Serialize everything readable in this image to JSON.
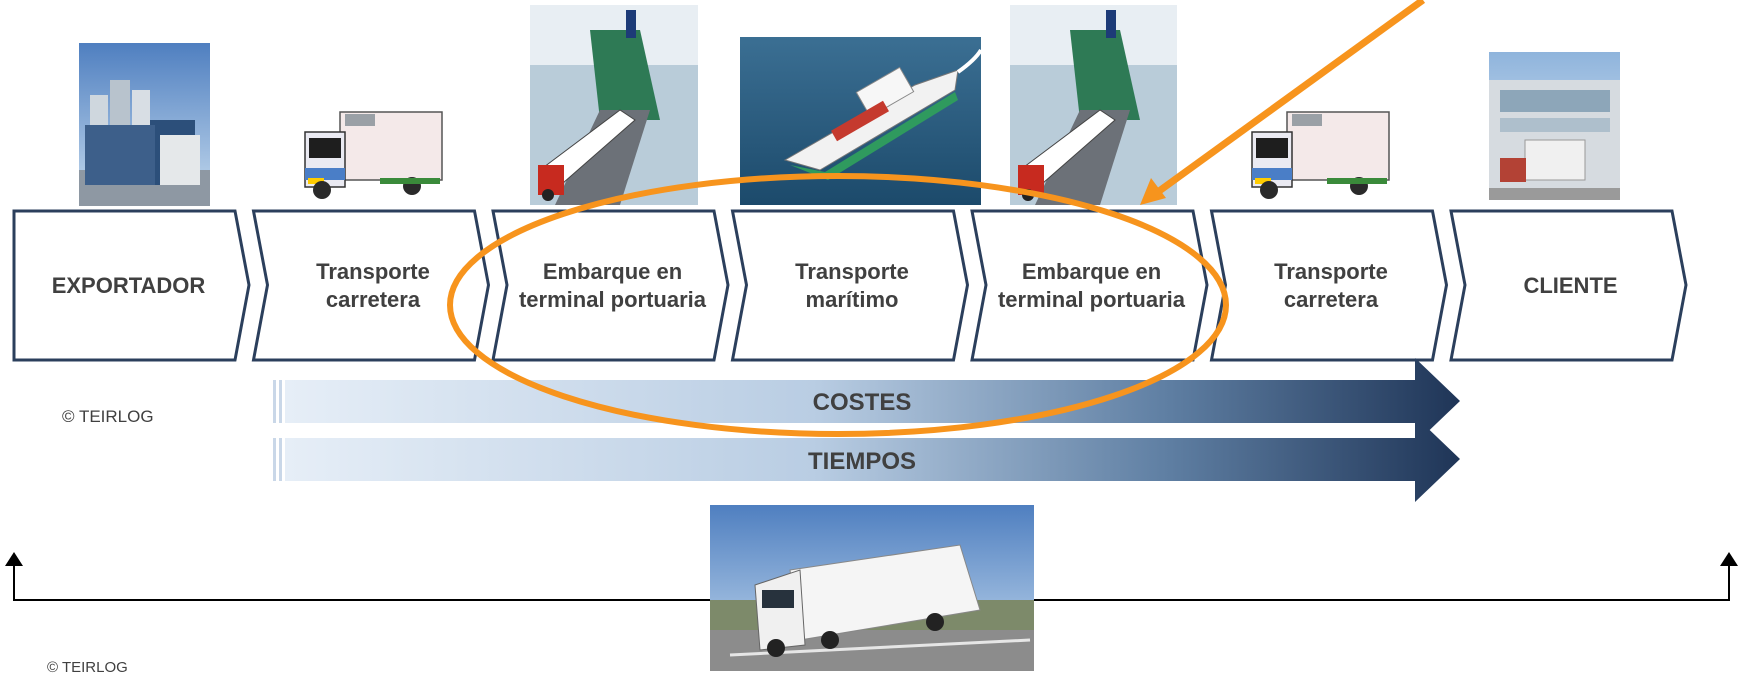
{
  "steps": [
    {
      "lines": [
        "EXPORTADOR"
      ],
      "image": "factory"
    },
    {
      "lines": [
        "Transporte",
        "carretera"
      ],
      "image": "refrigerated-truck"
    },
    {
      "lines": [
        "Embarque en",
        "terminal portuaria"
      ],
      "image": "port-terminal"
    },
    {
      "lines": [
        "Transporte",
        "marítimo"
      ],
      "image": "ro-ro-ship"
    },
    {
      "lines": [
        "Embarque en",
        "terminal portuaria"
      ],
      "image": "port-terminal"
    },
    {
      "lines": [
        "Transporte",
        "carretera"
      ],
      "image": "refrigerated-truck"
    },
    {
      "lines": [
        "CLIENTE"
      ],
      "image": "warehouse"
    }
  ],
  "bars": {
    "costs": "COSTES",
    "times": "TIEMPOS"
  },
  "copyright_top": "© TEIRLOG",
  "copyright_bottom": "© TEIRLOG",
  "colors": {
    "arrow_dark": "#1f3557",
    "arrow_light": "#dbe6f2",
    "highlight": "#f7941d",
    "chevron_border": "#2b3f5c",
    "text": "#404040"
  },
  "bottom_image": "truck-on-highway"
}
